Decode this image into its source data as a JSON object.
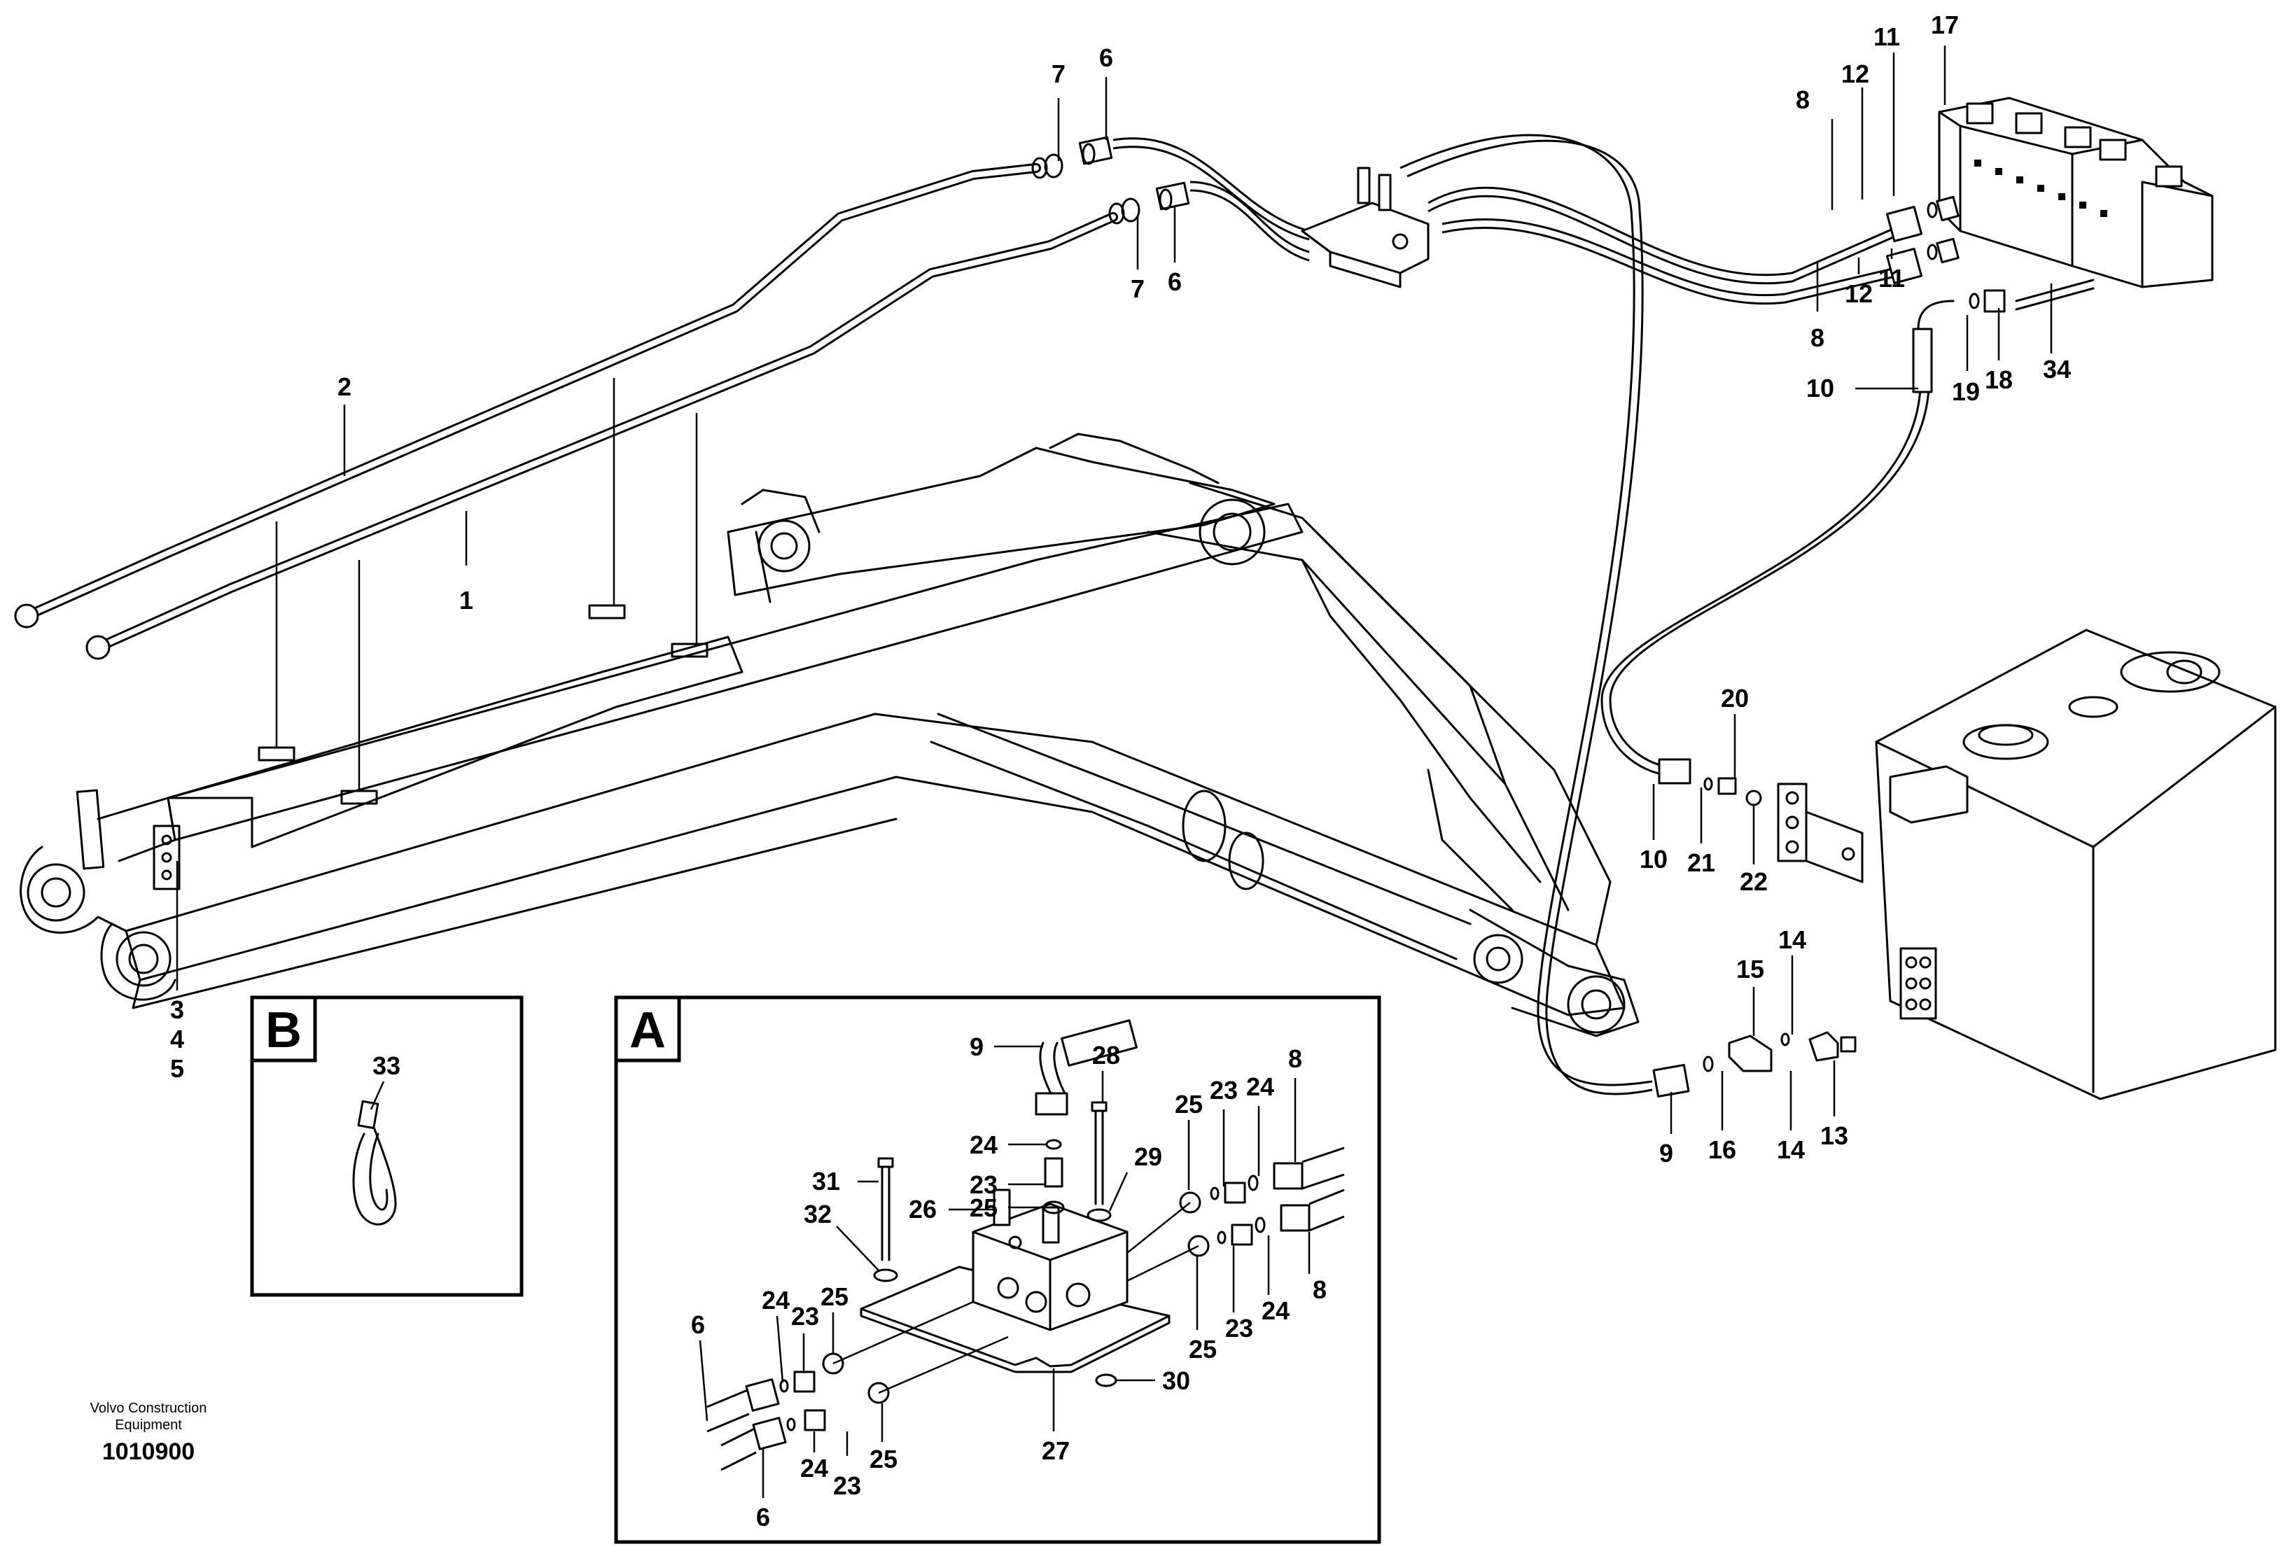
{
  "diagram": {
    "callouts": {
      "c1": "1",
      "c2": "2",
      "c345a": "3",
      "c345b": "4",
      "c345c": "5",
      "c6a": "6",
      "c6b": "6",
      "c7a": "7",
      "c7b": "7",
      "c8a": "8",
      "c8b": "8",
      "c9": "9",
      "c10a": "10",
      "c10b": "10",
      "c11a": "11",
      "c11b": "11",
      "c12a": "12",
      "c12b": "12",
      "c13": "13",
      "c14a": "14",
      "c14b": "14",
      "c15": "15",
      "c16": "16",
      "c17": "17",
      "c18": "18",
      "c19": "19",
      "c20": "20",
      "c21": "21",
      "c22": "22",
      "c34": "34"
    },
    "inset_a": {
      "letter": "A",
      "callouts": {
        "i9": "9",
        "i28": "28",
        "i24a": "24",
        "i23a": "23",
        "i25a": "25",
        "i31": "31",
        "i32": "32",
        "i26": "26",
        "i29": "29",
        "i25b": "25",
        "i23b": "23",
        "i24b": "24",
        "i8a": "8",
        "i25c": "25",
        "i23c": "23",
        "i24c": "24",
        "i8b": "8",
        "i6a": "6",
        "i24d": "24",
        "i23d": "23",
        "i25d": "25",
        "i30": "30",
        "i27": "27",
        "i24e": "24",
        "i23e": "23",
        "i25e": "25",
        "i6b": "6"
      }
    },
    "inset_b": {
      "letter": "B",
      "callouts": {
        "b33": "33"
      }
    },
    "footer": {
      "company_line1": "Volvo Construction",
      "company_line2": "Equipment",
      "drawing_number": "1010900"
    }
  }
}
